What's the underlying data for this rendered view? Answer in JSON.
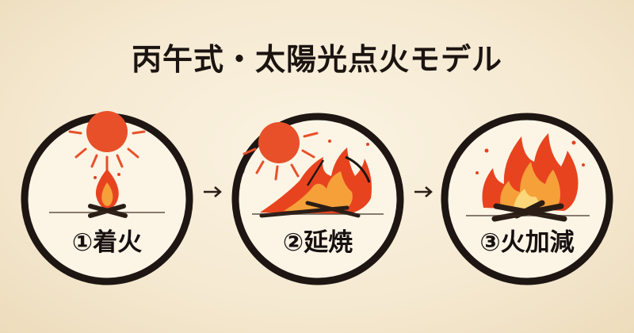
{
  "title": "丙午式・太陽光点火モデル",
  "steps": [
    {
      "label": "①着火"
    },
    {
      "label": "②延焼"
    },
    {
      "label": "③火加減"
    }
  ],
  "colors": {
    "ink": "#1b1410",
    "sun": "#e8502a",
    "flame_outer": "#e8431f",
    "flame_inner": "#f6a03a",
    "background": "#f5e9d1"
  }
}
